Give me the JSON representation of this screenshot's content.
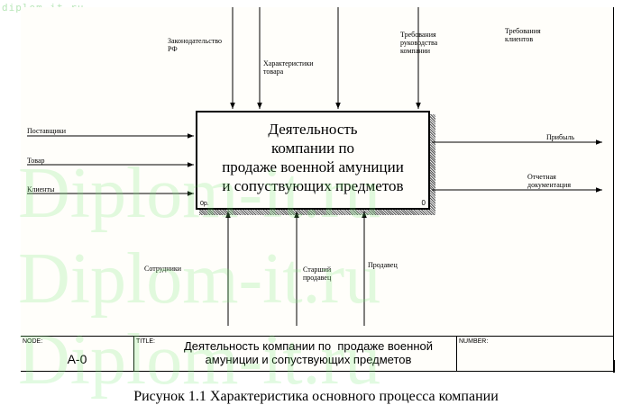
{
  "watermark_site": "diplom-it.ru",
  "watermark_big": "Diplom-it.ru",
  "controls": [
    {
      "id": "law",
      "text": "Законодательство\nРФ"
    },
    {
      "id": "goods",
      "text": "Характеристики\nтовара"
    },
    {
      "id": "mgmt",
      "text": "Требования\nруководства\nкомпании"
    },
    {
      "id": "clients",
      "text": "Требования\nклиентов"
    }
  ],
  "inputs": [
    {
      "id": "suppliers",
      "text": "Поставщики"
    },
    {
      "id": "product",
      "text": "Товар"
    },
    {
      "id": "customers",
      "text": "Клиенты"
    }
  ],
  "outputs": [
    {
      "id": "profit",
      "text": "Прибыль"
    },
    {
      "id": "report",
      "text": "Отчетная\nдокументация"
    }
  ],
  "mechanisms": [
    {
      "id": "staff",
      "text": "Сотрудники"
    },
    {
      "id": "senior",
      "text": "Старший\nпродавец"
    },
    {
      "id": "seller",
      "text": "Продавец"
    }
  ],
  "activity": {
    "title": "Деятельность\nкомпании по\nпродаже военной амуниции\nи сопуствующих предметов",
    "code": "0р.",
    "number": "0"
  },
  "title_block": {
    "node_label": "NODE:",
    "node_value": "A-0",
    "title_label": "TITLE:",
    "title_value": "Деятельность компании по  продаже военной\nамуниции и сопуствующих предметов",
    "number_label": "NUMBER:"
  },
  "caption": "Рисунок 1.1 Характеристика основного процесса компании"
}
